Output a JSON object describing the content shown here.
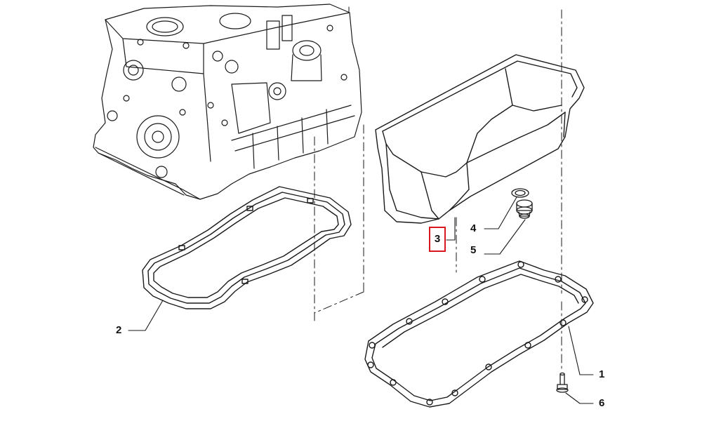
{
  "callouts": {
    "c1": "1",
    "c2": "2",
    "c3": "3",
    "c4": "4",
    "c5": "5",
    "c6": "6"
  },
  "highlighted_callout": "3",
  "colors": {
    "line": "#1a1a1a",
    "highlight": "#d9161e",
    "background": "#ffffff"
  }
}
